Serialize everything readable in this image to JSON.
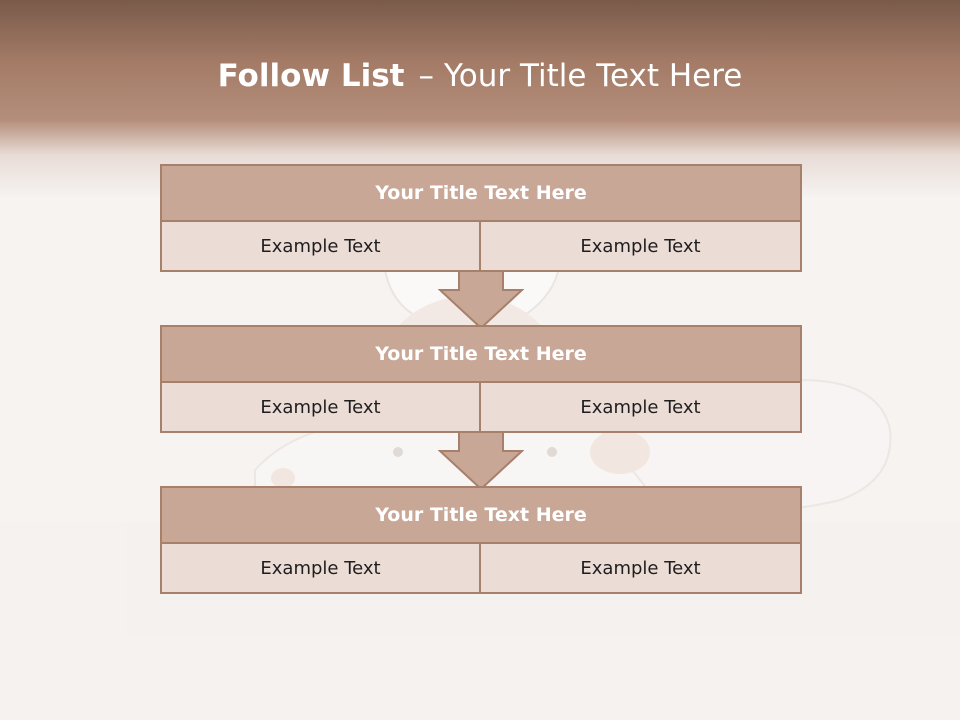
{
  "slide": {
    "title_bold": "Follow List",
    "title_separator": "–",
    "title_rest": "Your Title Text Here"
  },
  "colors": {
    "header_band": "#a27a66",
    "block_header_fill": "#c9a796",
    "block_border": "#a7806c",
    "cell_fill": "#ecdcd6",
    "arrow_fill": "#c9a796"
  },
  "blocks": [
    {
      "title": "Your Title Text Here",
      "left_text": "Example Text",
      "right_text": "Example Text"
    },
    {
      "title": "Your Title Text Here",
      "left_text": "Example Text",
      "right_text": "Example Text"
    },
    {
      "title": "Your Title Text Here",
      "left_text": "Example Text",
      "right_text": "Example Text"
    }
  ]
}
